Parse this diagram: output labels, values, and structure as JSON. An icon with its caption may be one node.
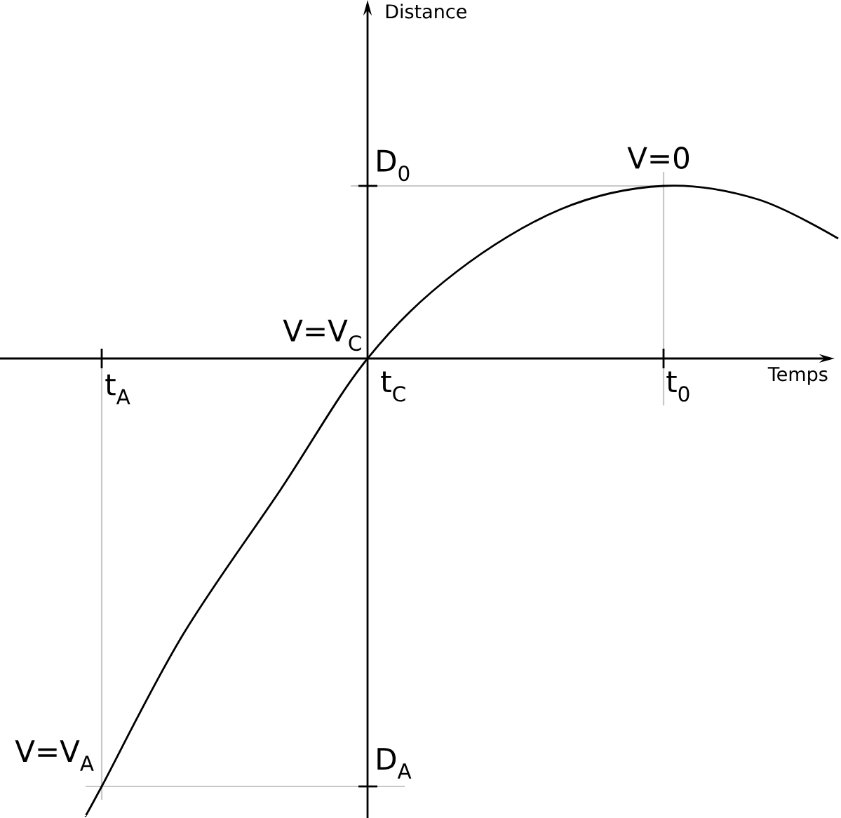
{
  "diagram": {
    "labels": [
      "Distance",
      "D$_{0}$",
      "V=0",
      "V=V$_{C}$",
      "t$_{A}$",
      "t$_{C}$",
      "t$_{0}$",
      "Temps",
      "V=V$_{A}$",
      "D$_{A}$"
    ]
  }
}
